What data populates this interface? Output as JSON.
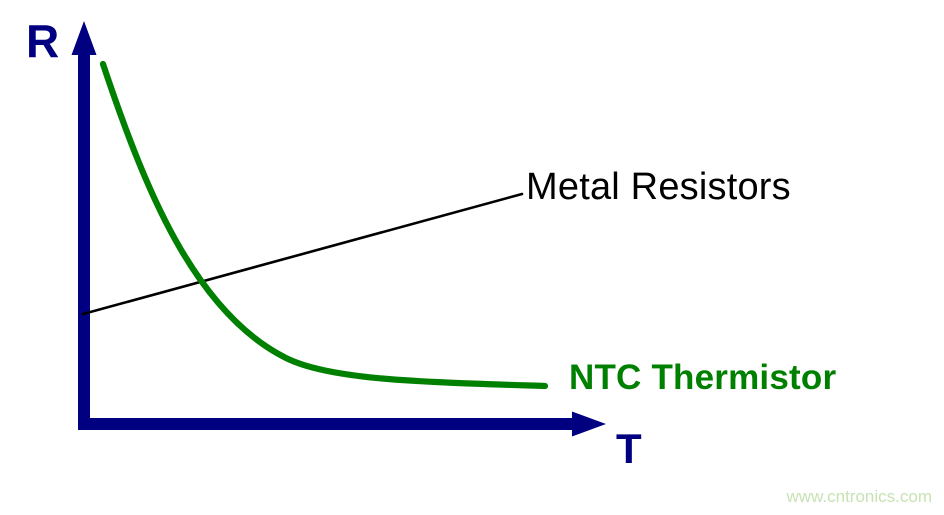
{
  "chart_data": {
    "type": "line",
    "title": "",
    "subtitle": "",
    "xlabel": "T",
    "ylabel": "R",
    "grid": false,
    "legend_position": "inline-right",
    "axis_style": "arrow",
    "axis_color": "#000080",
    "background": "#ffffff",
    "xlim": [
      0,
      1
    ],
    "ylim": [
      0,
      1
    ],
    "x_ticks": [],
    "y_ticks": [],
    "annotations": [],
    "series": [
      {
        "name": "NTC Thermistor",
        "color": "#008000",
        "style": "solid",
        "width": 6,
        "shape": "exponential-decay",
        "x": [
          0.042,
          0.1,
          0.16,
          0.22,
          0.29,
          0.36,
          0.44,
          0.52,
          0.61,
          0.7,
          0.8,
          0.885
        ],
        "y": [
          0.962,
          0.845,
          0.73,
          0.62,
          0.512,
          0.42,
          0.337,
          0.272,
          0.22,
          0.178,
          0.145,
          0.122
        ],
        "label_color": "#008000",
        "label_bold": true
      },
      {
        "name": "Metal Resistors",
        "color": "#000000",
        "style": "solid",
        "width": 2.5,
        "shape": "linear-increasing",
        "x": [
          0.0,
          1.0
        ],
        "y": [
          0.295,
          0.615
        ],
        "label_color": "#000000",
        "label_bold": false
      }
    ]
  },
  "axes": {
    "y_label": "R",
    "x_label": "T"
  },
  "labels": {
    "metal_resistors": "Metal Resistors",
    "ntc_thermistor": "NTC Thermistor"
  },
  "watermark": {
    "text": "www.cntronics.com",
    "color": "#c7e3b4"
  },
  "colors": {
    "axis": "#000080",
    "ntc_curve": "#008000",
    "metal_line": "#000000",
    "background": "#ffffff"
  }
}
